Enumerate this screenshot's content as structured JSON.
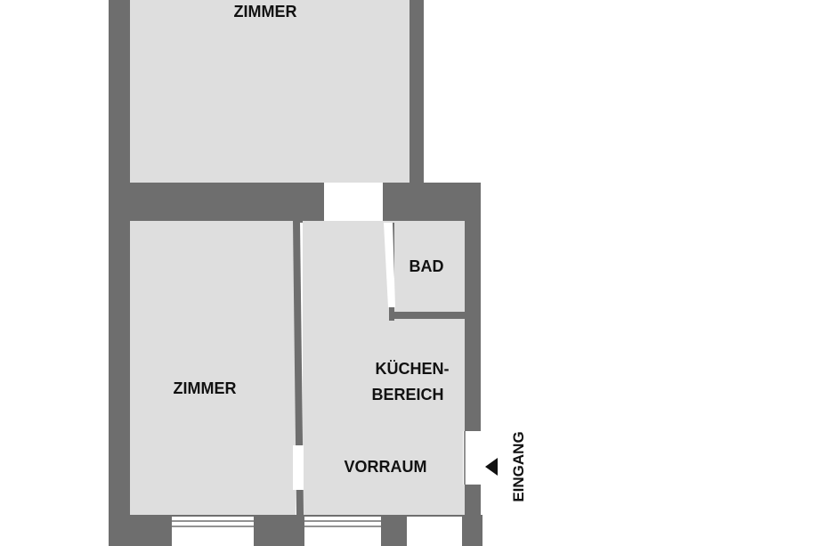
{
  "colors": {
    "wall": "#6e6e6e",
    "floor": "#dedede",
    "opening": "#ffffff",
    "text": "#111111"
  },
  "rooms": {
    "top_room": "ZIMMER",
    "left_room": "ZIMMER",
    "bath": "BAD",
    "kitchen_line1": "KÜCHEN-",
    "kitchen_line2": "BEREICH",
    "hall": "VORRAUM"
  },
  "entrance": {
    "label": "EINGANG",
    "icon": "arrow-left-icon"
  }
}
